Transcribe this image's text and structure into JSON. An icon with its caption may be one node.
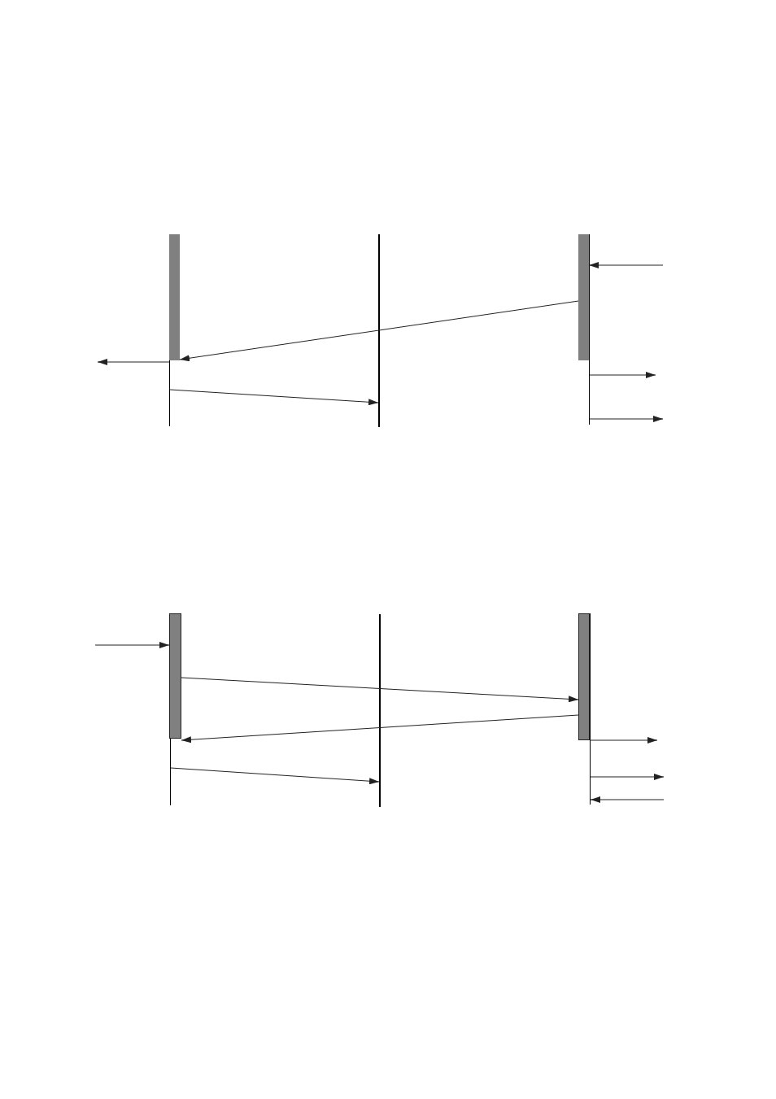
{
  "diagram": {
    "nodes": [
      {
        "text": [],
        "shape": "line"
      },
      {
        "text": [],
        "shape": "bar"
      },
      {
        "text": [],
        "shape": "line"
      },
      {
        "text": [],
        "shape": "line"
      },
      {
        "text": [],
        "shape": "bar"
      },
      {
        "text": [],
        "shape": "line"
      },
      {
        "text": [],
        "shape": "bar"
      },
      {
        "text": [],
        "shape": "line"
      },
      {
        "text": [],
        "shape": "line"
      },
      {
        "text": [],
        "shape": "bar"
      }
    ],
    "edges": [
      {
        "from": null,
        "to": 4,
        "arrow": "to"
      },
      {
        "from": 4,
        "to": 1,
        "arrow": "to"
      },
      {
        "from": 0,
        "to": null,
        "arrow": "to"
      },
      {
        "from": 0,
        "to": 2,
        "arrow": "to"
      },
      {
        "from": 3,
        "to": null,
        "arrow": "to"
      },
      {
        "from": 3,
        "to": null,
        "arrow": "to"
      },
      {
        "from": null,
        "to": 6,
        "arrow": "to"
      },
      {
        "from": 6,
        "to": 9,
        "arrow": "to"
      },
      {
        "from": 9,
        "to": 6,
        "arrow": "to"
      },
      {
        "from": 5,
        "to": 7,
        "arrow": "to"
      },
      {
        "from": 9,
        "to": null,
        "arrow": "to"
      },
      {
        "from": 8,
        "to": null,
        "arrow": "to"
      },
      {
        "from": null,
        "to": 8,
        "arrow": "to"
      }
    ]
  }
}
